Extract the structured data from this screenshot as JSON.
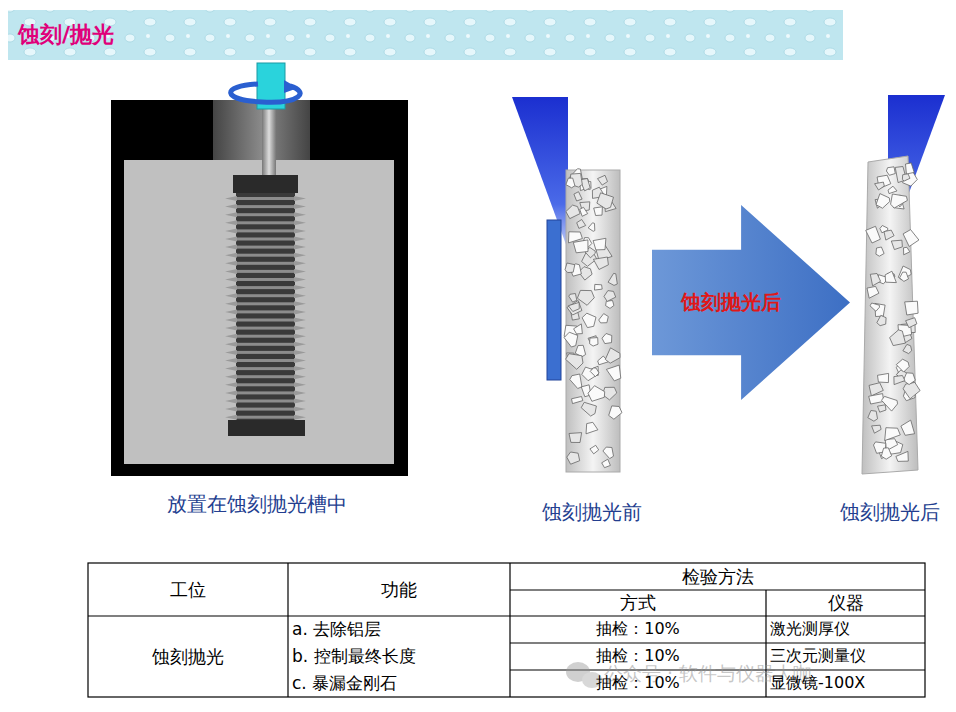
{
  "diagram": {
    "title": "蚀刻/抛光",
    "nodes": [
      {
        "text": [
          "蚀刻抛光后"
        ]
      }
    ],
    "labels": [
      "放置在蚀刻抛光槽中",
      "蚀刻抛光前",
      "蚀刻抛光后",
      "工位",
      "功能",
      "检验方法",
      "方式",
      "仪器",
      "蚀刻抛光",
      "a. 去除铝层",
      "b. 控制最终长度",
      "c. 暴漏金刚石",
      "抽检：10%",
      "激光测厚仪",
      "抽检：10%",
      "三次元测量仪",
      "抽检：10%",
      "显微镜-100X",
      "公众号 · 软件与仪器大咖"
    ]
  }
}
